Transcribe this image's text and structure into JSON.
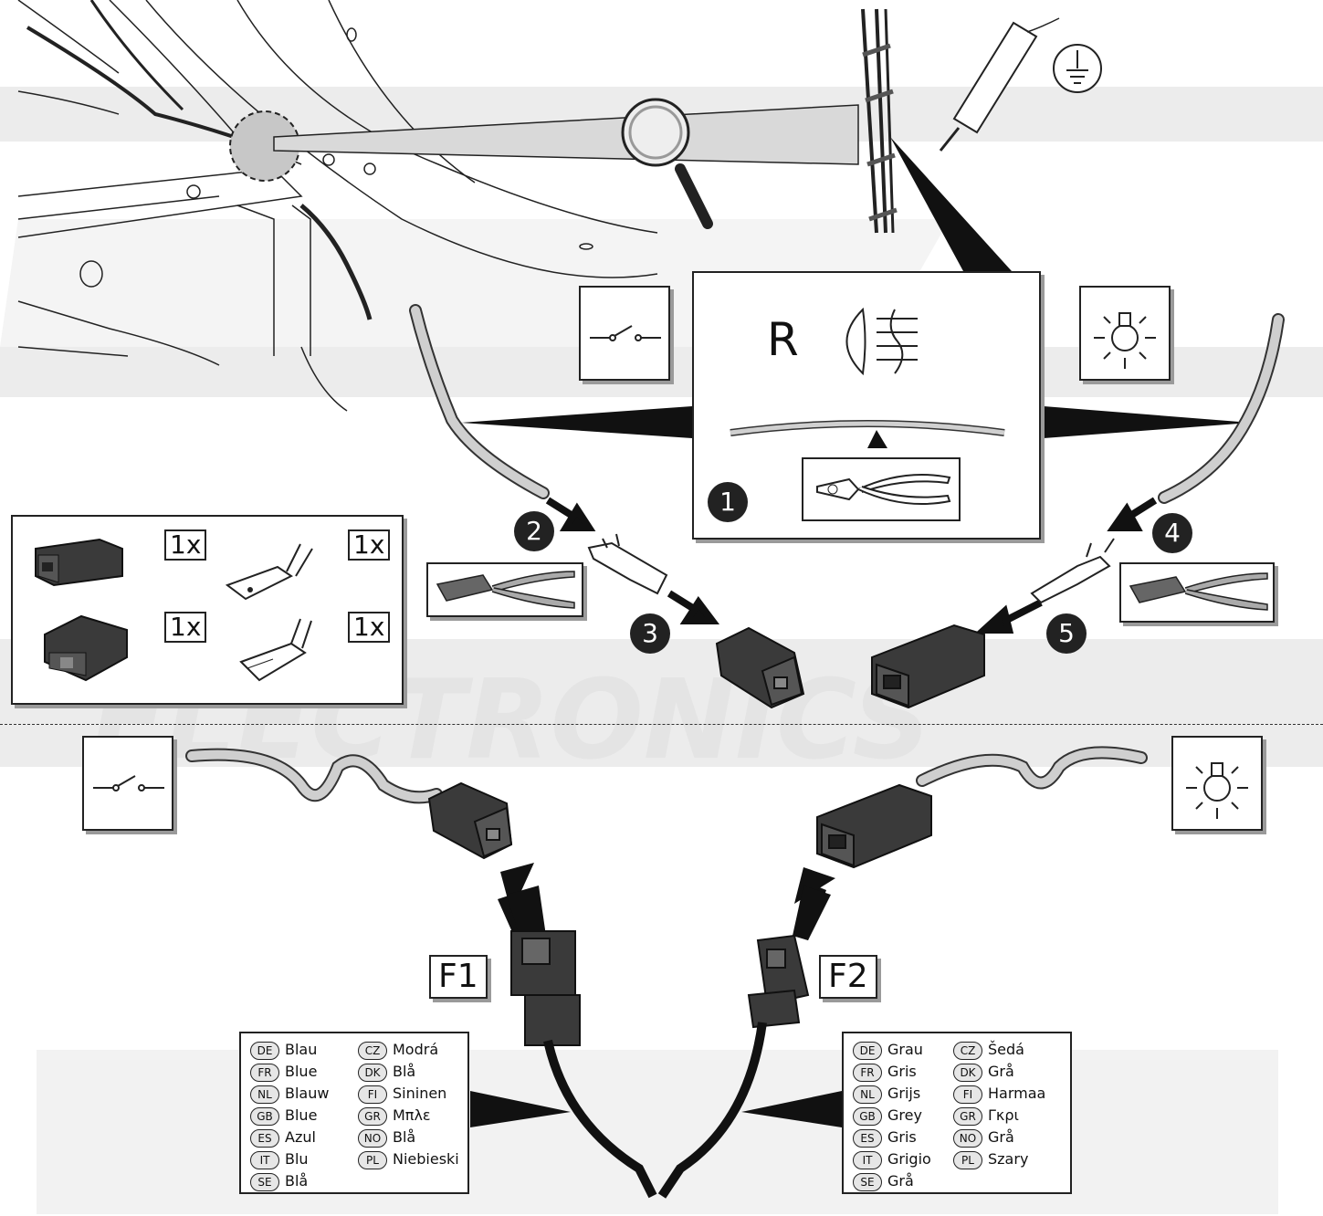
{
  "quantities": [
    "1x",
    "1x",
    "1x",
    "1x"
  ],
  "steps": [
    "1",
    "2",
    "3",
    "4",
    "5"
  ],
  "relay_label": "R",
  "fuses": [
    "F1",
    "F2"
  ],
  "legend_left": {
    "col1": [
      {
        "code": "DE",
        "text": "Blau"
      },
      {
        "code": "FR",
        "text": "Blue"
      },
      {
        "code": "NL",
        "text": "Blauw"
      },
      {
        "code": "GB",
        "text": "Blue"
      },
      {
        "code": "ES",
        "text": "Azul"
      },
      {
        "code": "IT",
        "text": "Blu"
      },
      {
        "code": "SE",
        "text": "Blå"
      }
    ],
    "col2": [
      {
        "code": "CZ",
        "text": "Modrá"
      },
      {
        "code": "DK",
        "text": "Blå"
      },
      {
        "code": "FI",
        "text": "Sininen"
      },
      {
        "code": "GR",
        "text": "Μπλε"
      },
      {
        "code": "NO",
        "text": "Blå"
      },
      {
        "code": "PL",
        "text": "Niebieski"
      }
    ]
  },
  "legend_right": {
    "col1": [
      {
        "code": "DE",
        "text": "Grau"
      },
      {
        "code": "FR",
        "text": "Gris"
      },
      {
        "code": "NL",
        "text": "Grijs"
      },
      {
        "code": "GB",
        "text": "Grey"
      },
      {
        "code": "ES",
        "text": "Gris"
      },
      {
        "code": "IT",
        "text": "Grigio"
      },
      {
        "code": "SE",
        "text": "Grå"
      }
    ],
    "col2": [
      {
        "code": "CZ",
        "text": "Šedá"
      },
      {
        "code": "DK",
        "text": "Grå"
      },
      {
        "code": "FI",
        "text": "Harmaa"
      },
      {
        "code": "GR",
        "text": "Γκρι"
      },
      {
        "code": "NO",
        "text": "Grå"
      },
      {
        "code": "PL",
        "text": "Szary"
      }
    ]
  },
  "icons": {
    "ground": "ground-symbol-icon",
    "tester": "voltage-tester-icon",
    "switch": "switch-symbol-icon",
    "lamp": "lamp-symbol-icon",
    "fog_light": "rear-fog-light-icon",
    "crimper": "crimping-tool-icon",
    "cutter": "wire-cutter-icon",
    "magnifier": "magnifier-icon"
  },
  "colors": {
    "ink": "#222222",
    "watermark": "#ececec",
    "connector": "#3a3a3a"
  }
}
